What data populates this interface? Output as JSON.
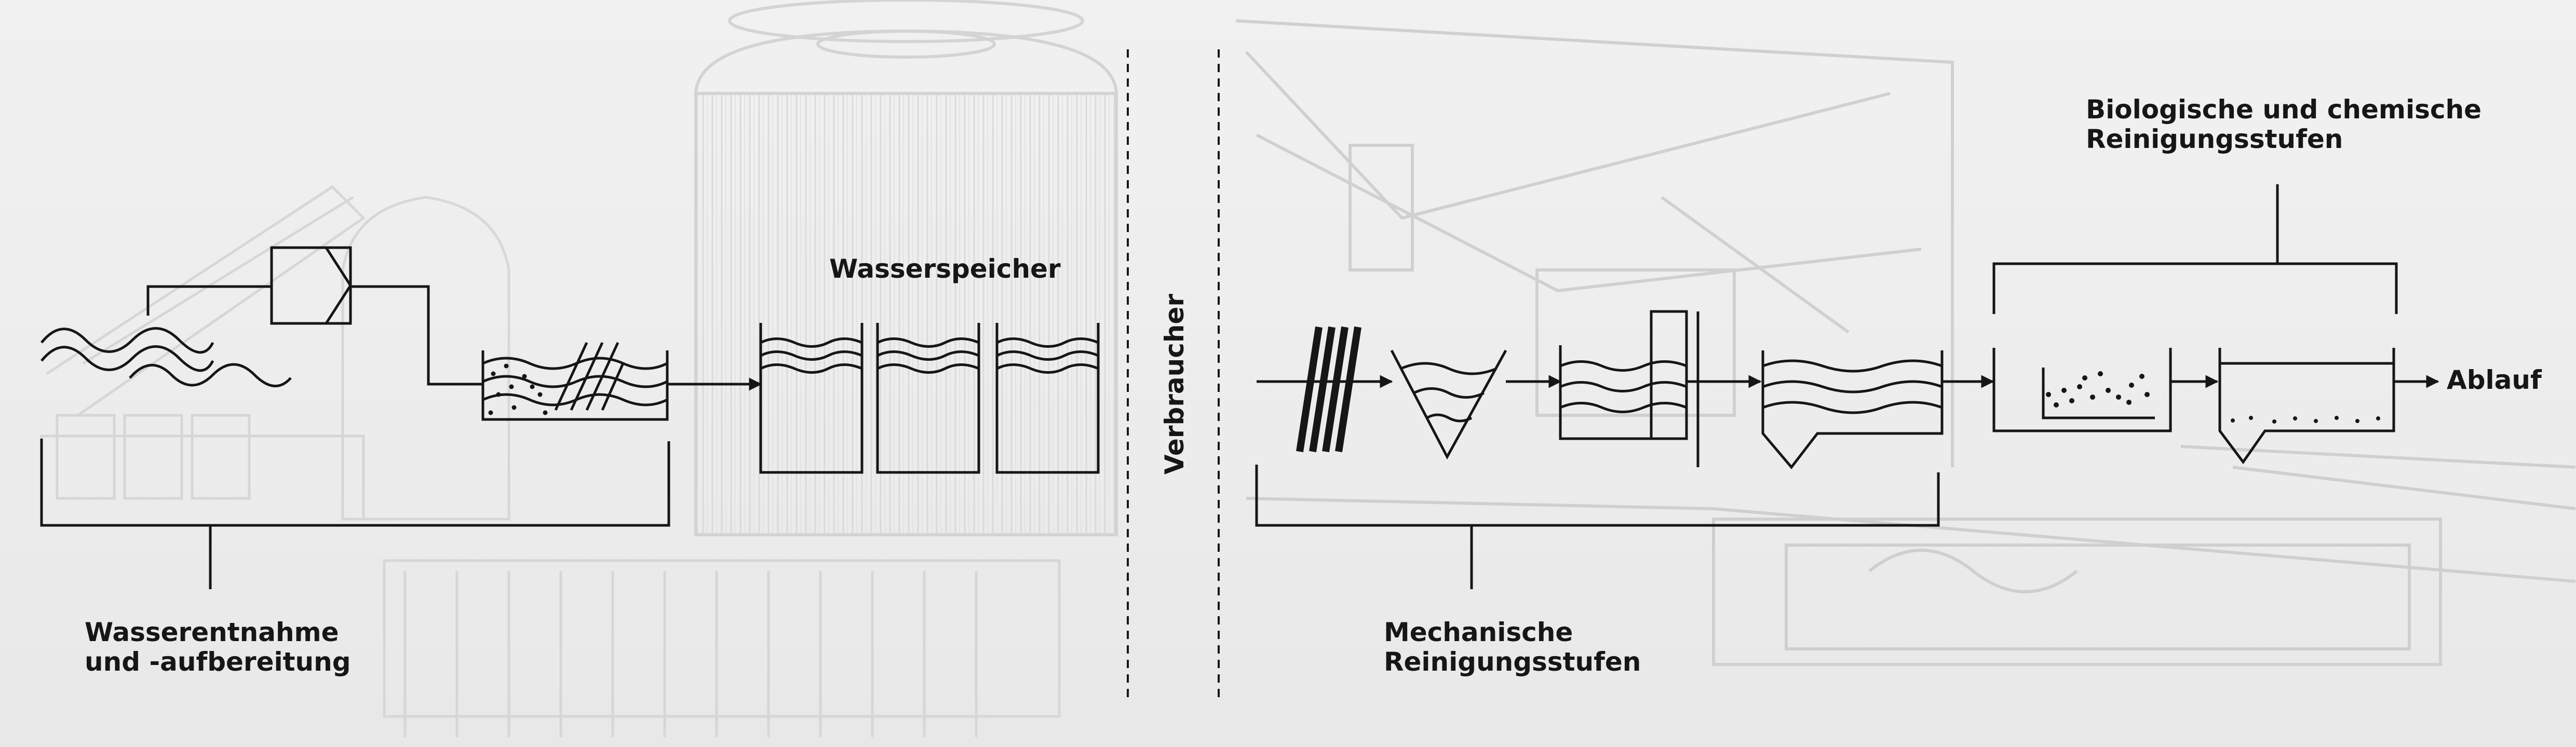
{
  "labels": {
    "water_intake": [
      "Wasserentnahme",
      "und -aufbereitung"
    ],
    "water_storage": "Wasserspeicher",
    "consumer": "Verbraucher",
    "mechanical": [
      "Mechanische",
      "Reinigungsstufen"
    ],
    "bio_chem": [
      "Biologische und chemische",
      "Reinigungsstufen"
    ],
    "outflow": "Ablauf"
  },
  "colors": {
    "line": "#161616",
    "background": "#efefef",
    "sketch": "#cdcdcd"
  }
}
